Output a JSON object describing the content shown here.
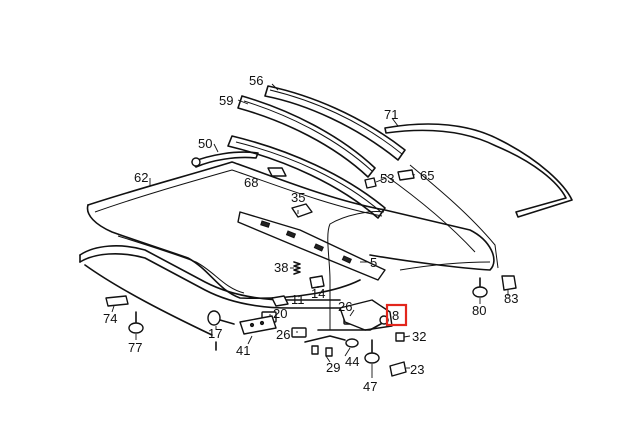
{
  "callouts": {
    "c56": "56",
    "c59": "59",
    "c71": "71",
    "c50": "50",
    "c53": "53",
    "c65": "65",
    "c62": "62",
    "c68": "68",
    "c35": "35",
    "c5": "5",
    "c38": "38",
    "c14": "14",
    "c11": "11",
    "c20": "20",
    "c26a": "26",
    "c26b": "26",
    "c8": "8",
    "c32": "32",
    "c80": "80",
    "c83": "83",
    "c74": "74",
    "c77": "77",
    "c17": "17",
    "c41": "41",
    "c44": "44",
    "c29": "29",
    "c23": "23",
    "c47": "47"
  },
  "highlight": {
    "label": "8",
    "color": "#e2261c"
  }
}
